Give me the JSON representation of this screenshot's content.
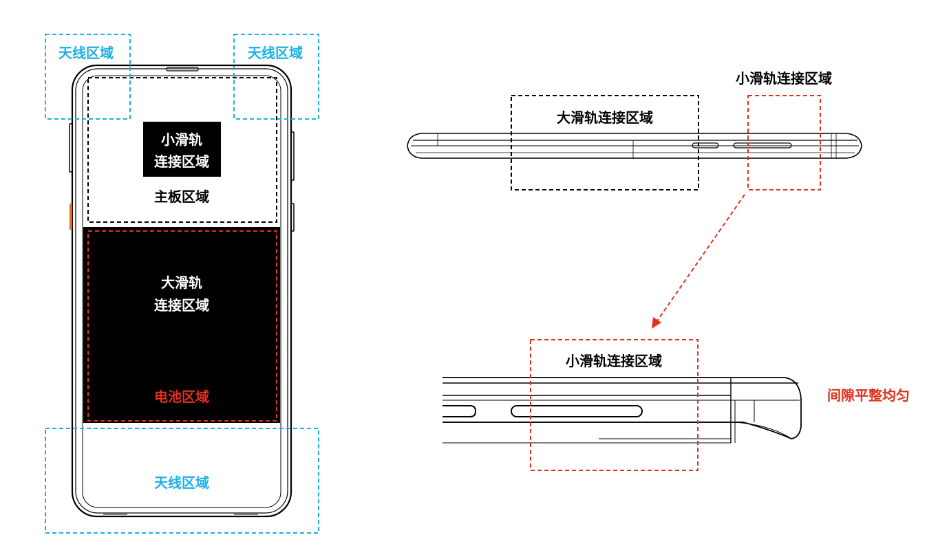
{
  "colors": {
    "antenna": "#1ab0e8",
    "red": "#e0301e",
    "black": "#000000",
    "white": "#ffffff"
  },
  "front_view": {
    "antenna_top_left": "天线区域",
    "antenna_top_right": "天线区域",
    "antenna_bottom": "天线区域",
    "small_rail_line1": "小滑轨",
    "small_rail_line2": "连接区域",
    "mainboard": "主板区域",
    "large_rail_line1": "大滑轨",
    "large_rail_line2": "连接区域",
    "battery": "电池区域"
  },
  "side_view": {
    "large_rail": "大滑轨连接区域",
    "small_rail": "小滑轨连接区域"
  },
  "detail_view": {
    "small_rail": "小滑轨连接区域",
    "gap_note": "间隙平整均匀"
  }
}
